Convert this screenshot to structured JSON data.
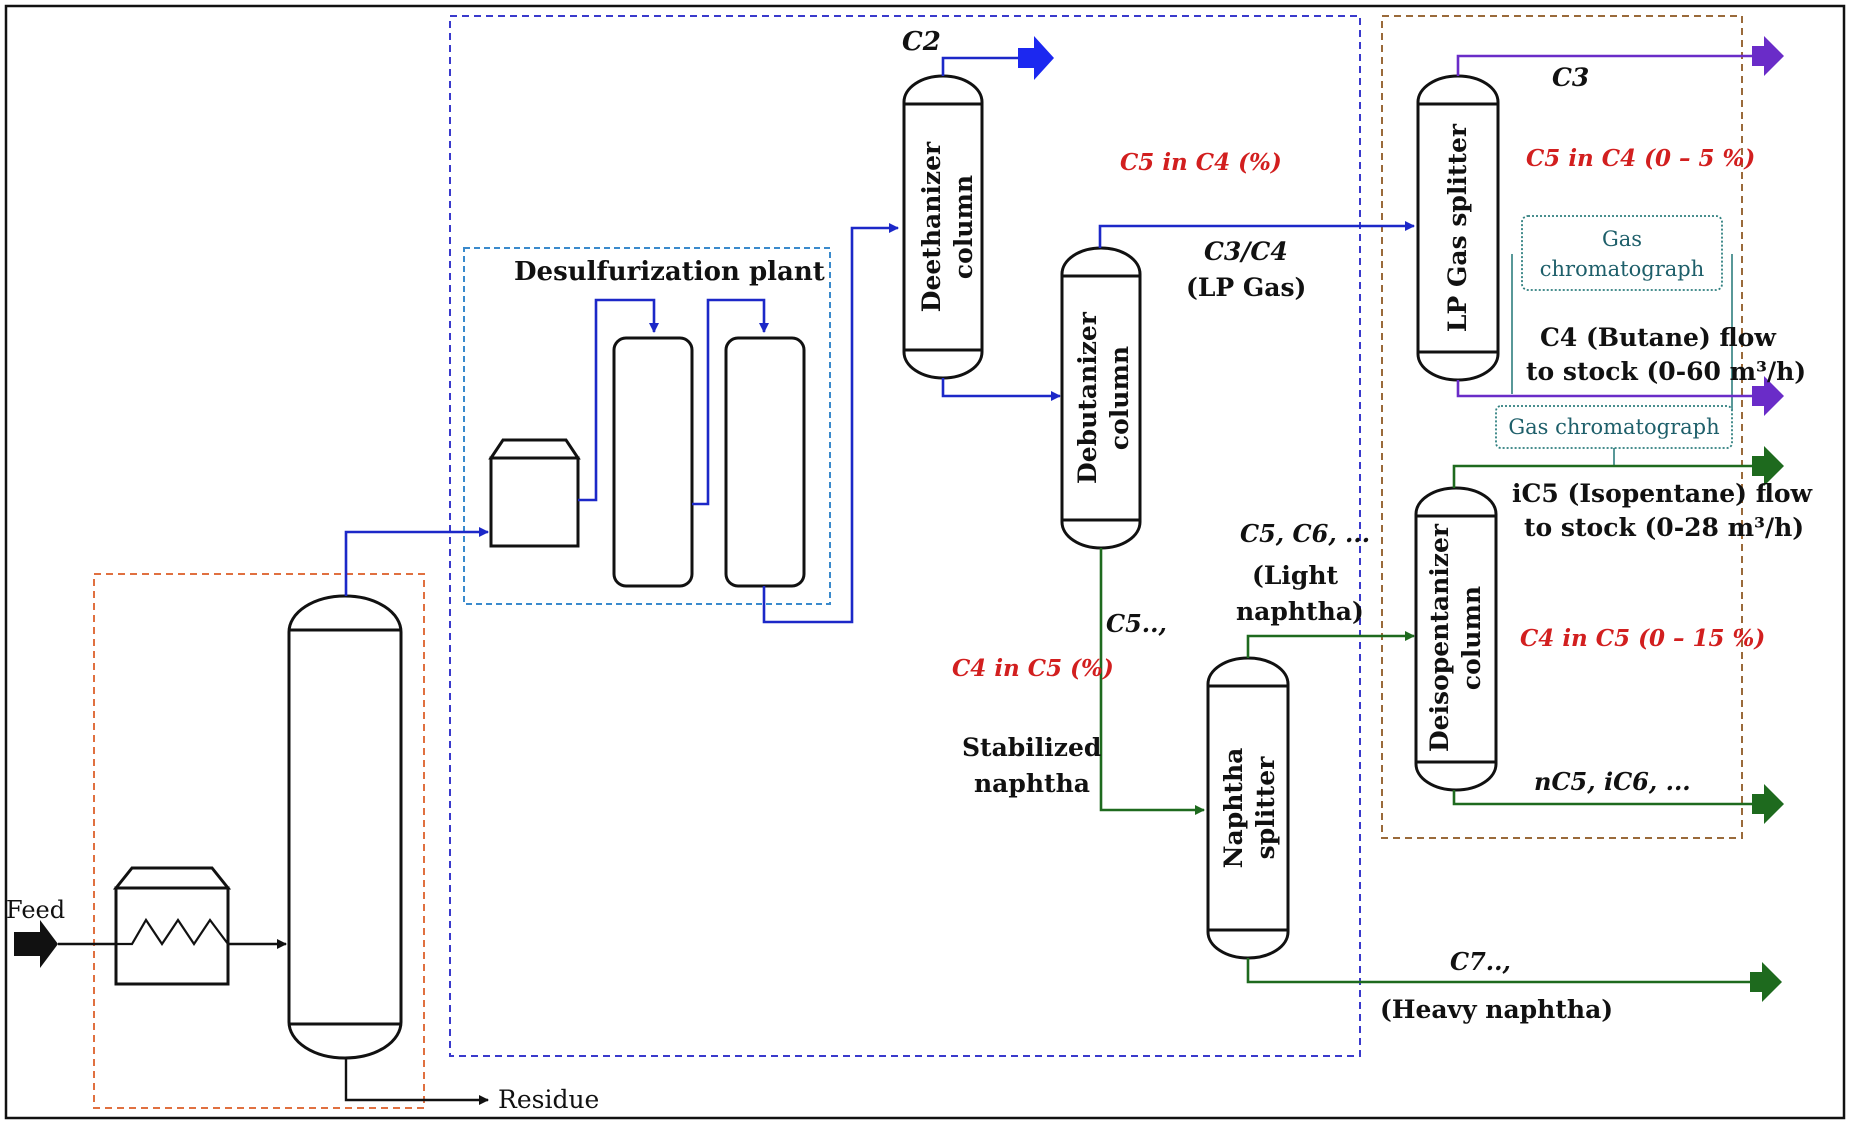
{
  "labels": {
    "feed": "Feed",
    "residue": "Residue",
    "desulfurization": "Desulfurization plant",
    "deethanizer_line1": "Deethanizer",
    "deethanizer_line2": "column",
    "debutanizer_line1": "Debutanizer",
    "debutanizer_line2": "column",
    "lp_gas_splitter": "LP Gas splitter",
    "deisopentanizer_line1": "Deisopentanizer",
    "deisopentanizer_line2": "column",
    "naphtha_splitter_line1": "Naphtha",
    "naphtha_splitter_line2": "splitter",
    "c2": "C2",
    "c3": "C3",
    "c3c4_line1": "C3/C4",
    "c3c4_line2": "(LP Gas)",
    "c5_in_c4_pct": "C5 in C4 (%)",
    "c5_in_c4_range": "C5 in C4 (0 – 5 %)",
    "c4_in_c5_pct": "C4 in C5 (%)",
    "c4_in_c5_range": "C4 in C5 (0 – 15 %)",
    "gc_top_line1": "Gas",
    "gc_top_line2": "chromatograph",
    "gc_bottom": "Gas chromatograph",
    "butane_line1": "C4 (Butane) flow",
    "butane_line2": "to stock (0-60 m³/h)",
    "isopentane_line1": "iC5 (Isopentane) flow",
    "isopentane_line2": "to stock (0-28 m³/h)",
    "c5plus": "C5..,",
    "stabilized_line1": "Stabilized",
    "stabilized_line2": "naphtha",
    "light_line1": "C5, C6, ...",
    "light_line2": "(Light",
    "light_line3": "naphtha)",
    "nc5": "nC5, iC6, ...",
    "c7plus": "C7..,",
    "heavy": "(Heavy naphtha)"
  }
}
